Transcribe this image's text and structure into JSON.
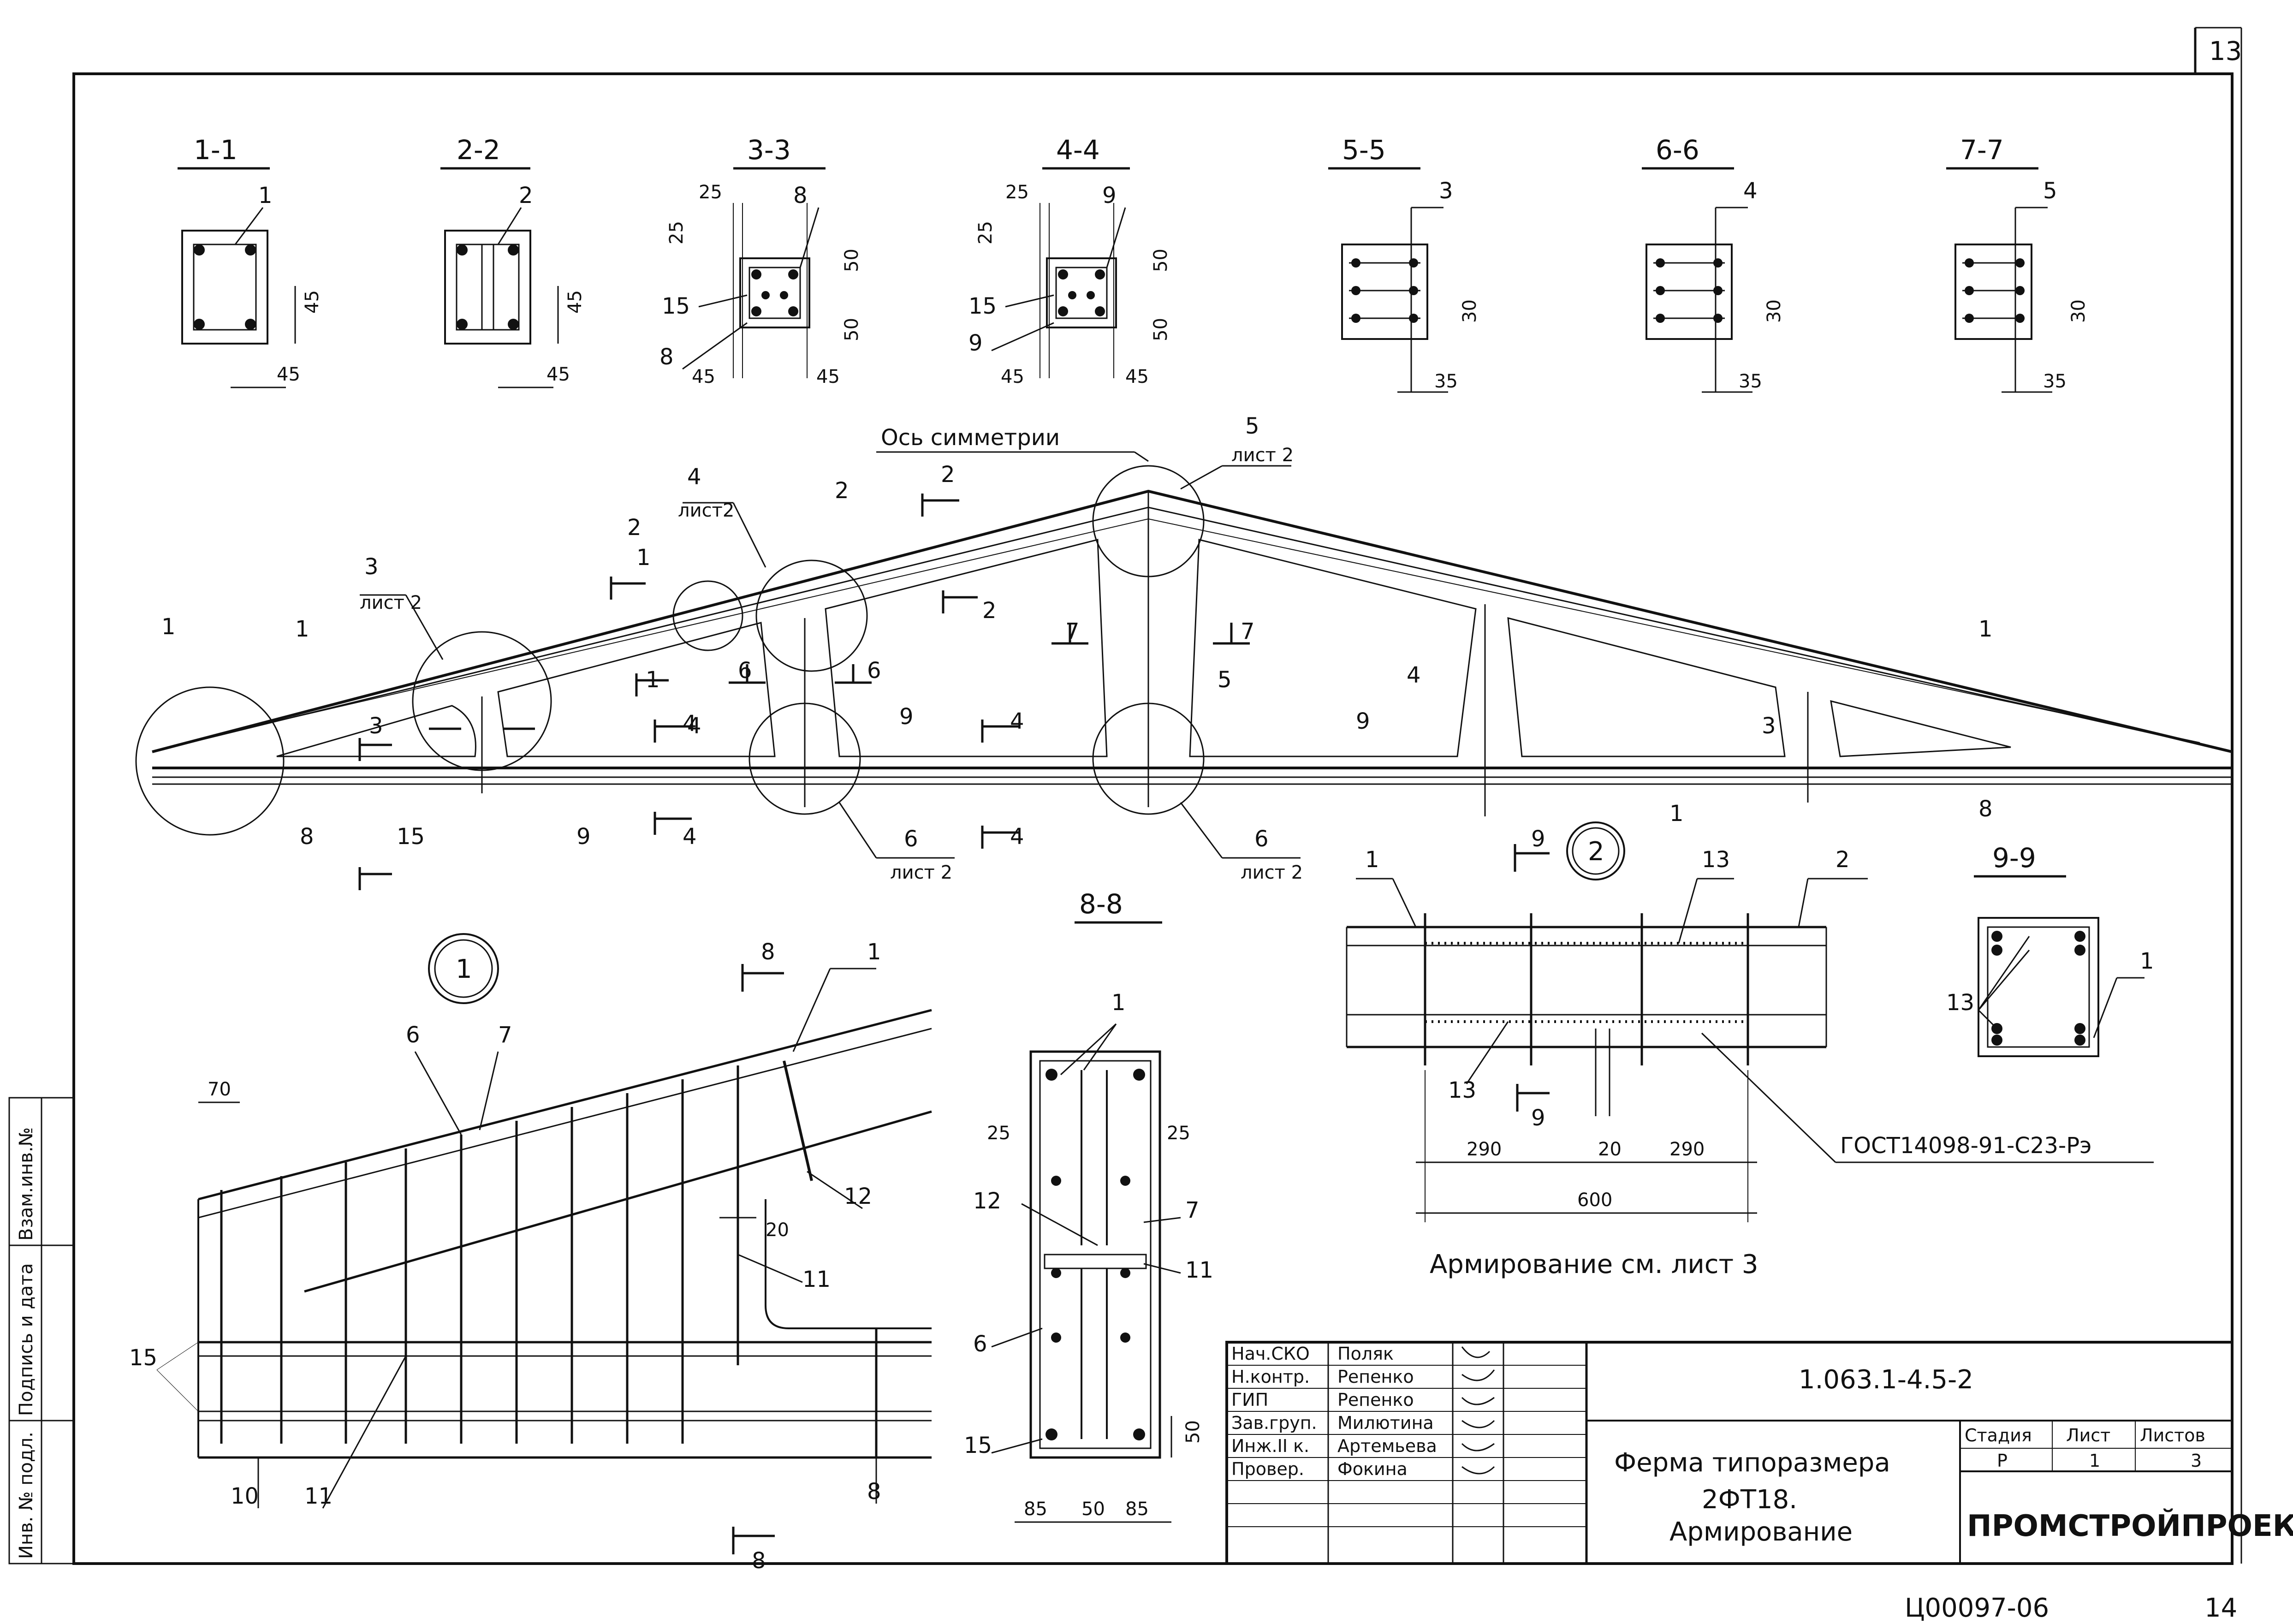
{
  "sheet": {
    "number": "13",
    "archive_number": "Ц00097-06",
    "page_number": "14"
  },
  "sections": [
    {
      "label": "1-1",
      "bar": "1",
      "dims": [
        "45",
        "45"
      ]
    },
    {
      "label": "2-2",
      "bar": "2",
      "dims": [
        "45",
        "45"
      ]
    },
    {
      "label": "3-3",
      "bars": [
        "8",
        "15",
        "8"
      ],
      "dims": [
        "25",
        "25",
        "50",
        "50",
        "45",
        "45"
      ]
    },
    {
      "label": "4-4",
      "bars": [
        "9",
        "15",
        "9"
      ],
      "dims": [
        "25",
        "25",
        "50",
        "50",
        "45",
        "45"
      ]
    },
    {
      "label": "5-5",
      "bar": "3",
      "dims": [
        "30",
        "35"
      ]
    },
    {
      "label": "6-6",
      "bar": "4",
      "dims": [
        "30",
        "35"
      ]
    },
    {
      "label": "7-7",
      "bar": "5",
      "dims": [
        "30",
        "35"
      ]
    }
  ],
  "truss": {
    "symmetry_axis": "Ось симметрии",
    "callouts": [
      {
        "num": "3",
        "ref": "лист 2"
      },
      {
        "num": "4",
        "ref": "лист2"
      },
      {
        "num": "5",
        "ref": "лист 2"
      },
      {
        "num": "6",
        "ref": "лист 2"
      },
      {
        "num": "6",
        "ref": "лист 2"
      },
      {
        "num": "1",
        "ref": ""
      }
    ],
    "marks": [
      "1",
      "1",
      "2",
      "2",
      "1",
      "3",
      "15",
      "8",
      "9",
      "9",
      "4",
      "5",
      "6",
      "6",
      "7",
      "7",
      "1",
      "2",
      "4",
      "4",
      "4",
      "4",
      "2",
      "1",
      "4",
      "5",
      "3",
      "9",
      "8",
      "1"
    ]
  },
  "detail_1": {
    "label": "1",
    "cut": "8",
    "dims": [
      "70",
      "20"
    ],
    "marks": [
      "6",
      "7",
      "1",
      "12",
      "11",
      "15",
      "10",
      "11",
      "8"
    ]
  },
  "section_8_8": {
    "label": "8-8",
    "marks": [
      "1",
      "7",
      "12",
      "11",
      "6",
      "15"
    ],
    "dims": [
      "25",
      "25",
      "50",
      "85",
      "50",
      "85"
    ]
  },
  "detail_2": {
    "label": "2",
    "cut": "9",
    "marks": [
      "1",
      "13",
      "2",
      "13"
    ],
    "dims": [
      "290",
      "20",
      "290",
      "600"
    ],
    "gost": "ГОСТ14098-91-C23-Pэ"
  },
  "section_9_9": {
    "label": "9-9",
    "marks": [
      "13",
      "1"
    ]
  },
  "note": "Армирование см. лист 3",
  "title_block": {
    "code": "1.063.1-4.5-2",
    "title_line1": "Ферма типоразмера",
    "title_line2": "2ФТ18.",
    "title_line3": "Армирование",
    "stage_header": "Стадия",
    "sheet_header": "Лист",
    "sheets_header": "Листов",
    "stage": "Р",
    "sheet": "1",
    "sheets": "3",
    "firm": "ПРОМСТРОЙПРОЕКТ",
    "people": [
      {
        "role": "Нач.СКО",
        "name": "Поляк"
      },
      {
        "role": "Н.контр.",
        "name": "Репенко"
      },
      {
        "role": "ГИП",
        "name": "Репенко"
      },
      {
        "role": "Зав.груп.",
        "name": "Милютина"
      },
      {
        "role": "Инж.II к.",
        "name": "Артемьева"
      },
      {
        "role": "Провер.",
        "name": "Фокина"
      }
    ]
  },
  "left_stamp": [
    "Инв. № подл.",
    "Подпись и дата",
    "Взам.инв.№"
  ]
}
